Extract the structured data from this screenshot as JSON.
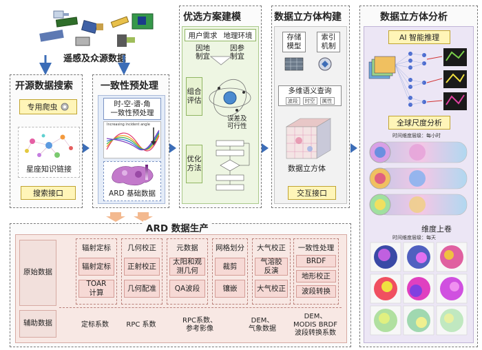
{
  "top": {
    "sources_label": "遥感及众源数据"
  },
  "search": {
    "title": "开源数据搜索",
    "crawler": "专用爬虫",
    "kg": "星座知识链接",
    "api": "搜索接口"
  },
  "preprocess": {
    "title": "一致性预处理",
    "box": "时-空-谱-角\n一致性预处理",
    "chart_caption": "Increasing incident angle",
    "ard": "ARD 基础数据"
  },
  "optimal": {
    "title": "优选方案建模",
    "user": "用户需求",
    "geo": "地理环境",
    "local": "因地\n制宜",
    "param": "因参\n制宜",
    "eval": "组合\n评估",
    "method": "优化\n方法",
    "error": "误差及\n可行性"
  },
  "cube": {
    "title": "数据立方体构建",
    "storage": "存储\n模型",
    "index": "索引\n机制",
    "query": "多维语义查询",
    "q_tags": [
      "波段",
      "时空",
      "属性"
    ],
    "cube_label": "数据立方体",
    "interact": "交互接口"
  },
  "analysis": {
    "title": "数据立方体分析",
    "ai": "AI 智能推理",
    "global": "全球尺度分析",
    "caption1": "时间维度层级：每小时",
    "rollup": "维度上卷",
    "caption2": "时间维度层级：每天"
  },
  "ard": {
    "title": "ARD 数据生产",
    "raw": "原始数据",
    "aux": "辅助数据",
    "columns": [
      {
        "title": "辐射定标",
        "items": [
          "辐射定标",
          "TOAR\n计算"
        ]
      },
      {
        "title": "几何校正",
        "items": [
          "正射校正",
          "几何配准"
        ]
      },
      {
        "title": "元数据",
        "items": [
          "太阳和观\n测几何",
          "QA波段"
        ]
      },
      {
        "title": "网格划分",
        "items": [
          "裁剪",
          "镶嵌"
        ]
      },
      {
        "title": "大气校正",
        "items": [
          "气溶胶\n反演",
          "大气校正"
        ]
      },
      {
        "title": "一致性处理",
        "items": [
          "BRDF",
          "地形校正",
          "波段转换"
        ]
      }
    ],
    "aux_items": [
      "定标系数",
      "RPC 系数",
      "RPC系数、\n参考影像",
      "DEM、\n气象数据",
      "DEM、\nMODIS BRDF\n波段转换系数"
    ]
  },
  "colors": {
    "arrow": "#3c6db7",
    "panel_border": "#777777",
    "pink": "#f2e0dc",
    "yellow": "#fff5b8",
    "green": "#e8f3d2"
  }
}
